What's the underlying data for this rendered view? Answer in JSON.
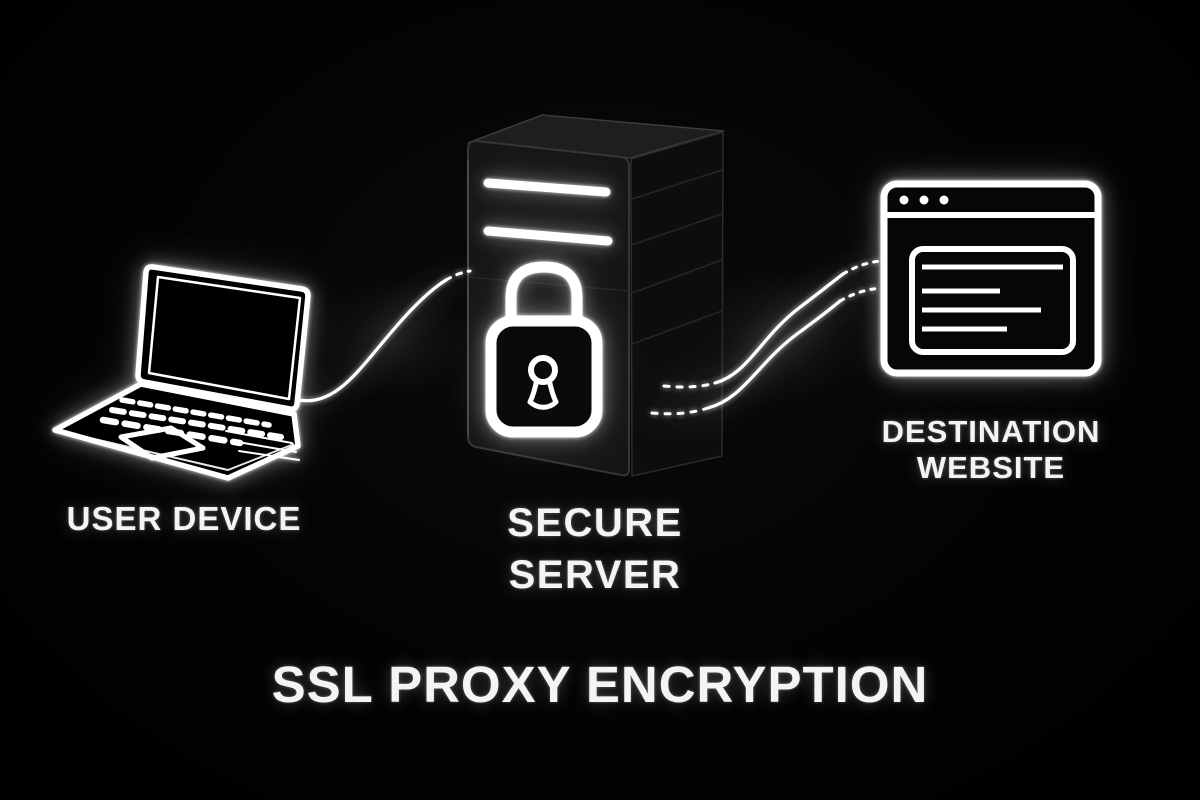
{
  "title": "SSL PROXY ENCRYPTION",
  "nodes": {
    "user_device": {
      "label": "USER DEVICE",
      "icon": "laptop-icon"
    },
    "secure_server": {
      "label_line1": "SECURE",
      "label_line2": "SERVER",
      "icon": "server-tower-padlock-icon"
    },
    "destination_website": {
      "label_line1": "DESTINATION",
      "label_line2": "WEBSITE",
      "icon": "browser-window-icon"
    }
  },
  "connections": [
    {
      "from": "user_device",
      "to": "secure_server",
      "style": "solid glowing s-curve, dashed near server end"
    },
    {
      "from": "secure_server",
      "to": "destination_website",
      "style": "two parallel glowing s-curves, dashed at both ends"
    }
  ],
  "colors": {
    "background": "#000000",
    "line": "#ffffff",
    "server_top": "#1e1e1e",
    "server_front": "#151515",
    "server_side": "#0d0d0d"
  }
}
